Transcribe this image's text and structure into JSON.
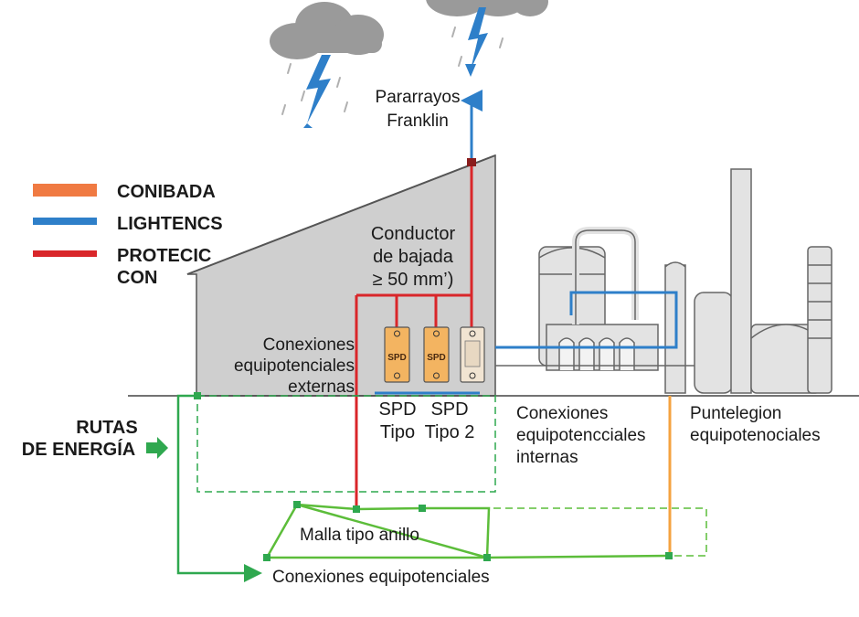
{
  "legend": {
    "items": [
      {
        "label": "CONIBADA",
        "swatch_color": "#f07a42",
        "text_color": "#d9262a"
      },
      {
        "label": "LIGHTENCS",
        "swatch_color": "#2e7fc9",
        "text_color": "#2e7fc9"
      },
      {
        "label": "PROTECIC",
        "label2": "CON",
        "swatch_color": "#d9262a",
        "text_color": "#2fa84f"
      }
    ]
  },
  "labels": {
    "lightning_rod": [
      "Pararrayos",
      "Franklin"
    ],
    "down_conductor": [
      "Conductor",
      "de bajada",
      "≥ 50 mm’)"
    ],
    "external_bonding": [
      "Conexiones",
      "equipotenciales",
      "externas"
    ],
    "spd1": [
      "SPD",
      "Tipo"
    ],
    "spd2": [
      "SPD",
      "Tipo 2"
    ],
    "internal_bonding": [
      "Conexiones",
      "equipotencciales",
      "internas"
    ],
    "bonding_points": [
      "Puntelegion",
      "equipotenociales"
    ],
    "energy_routes": [
      "RUTAS",
      "DE ENERGÍA"
    ],
    "ring_mesh": "Malla tipo anillo",
    "bonding_bottom": "Conexiones equipotenciales",
    "spd_box_text": "SPD"
  },
  "colors": {
    "red_conductor": "#d9262a",
    "blue_conductor": "#2e7fc9",
    "green_ground": "#2fa84f",
    "orange_conductor": "#f4a340",
    "building": "#cfcfcf",
    "spd_fill": "#f3b461",
    "cloud": "#9a9a9a",
    "lightning": "#2e7fc9"
  }
}
